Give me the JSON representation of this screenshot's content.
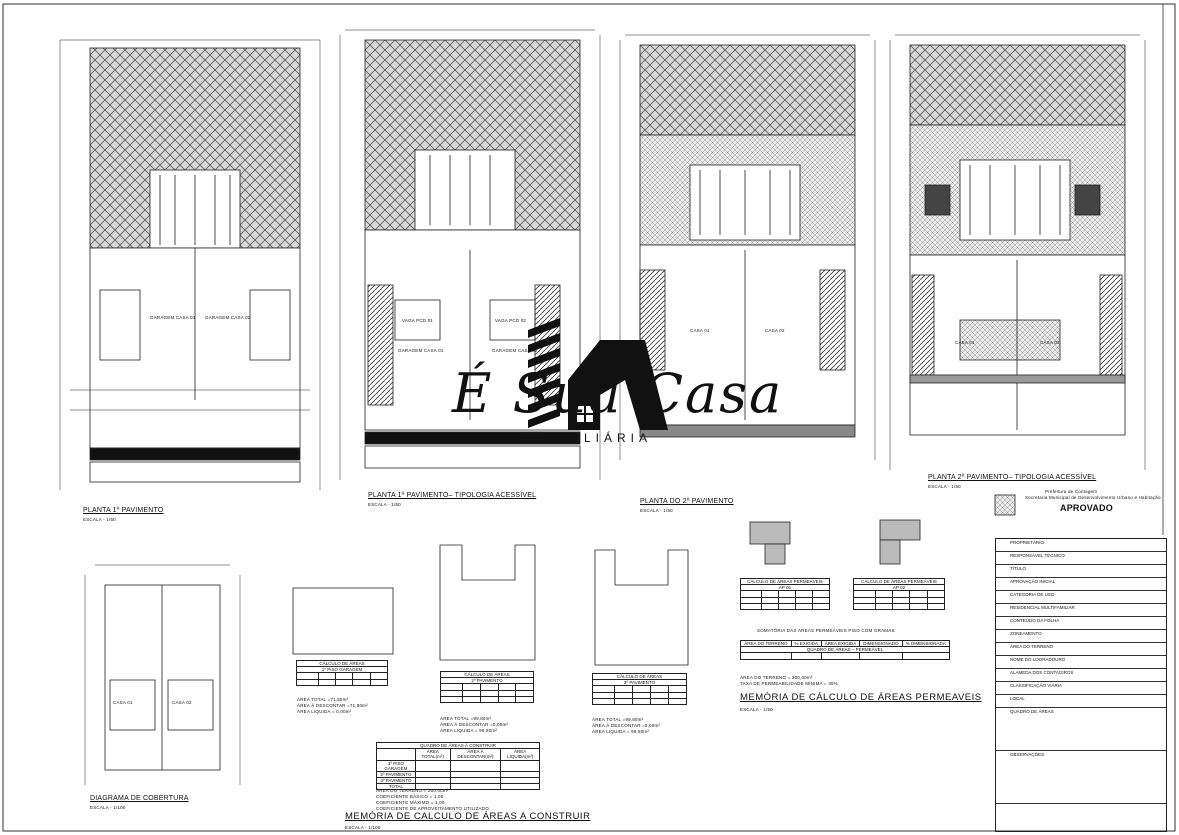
{
  "plans": [
    {
      "title": "PLANTA 1º PAVIMENTO",
      "scale": "ESCALA - 1/50",
      "labels": [
        "GARAGEM CASA 01",
        "GARAGEM CASA 02"
      ]
    },
    {
      "title": "PLANTA 1º PAVIMENTO– TIPOLOGIA ACESSÍVEL",
      "scale": "ESCALA - 1/50",
      "labels": [
        "VAGA PCD 01",
        "VAGA PCD 02",
        "GARAGEM CASA 01",
        "GARAGEM CASA 02"
      ]
    },
    {
      "title": "PLANTA DO 2º PAVIMENTO",
      "scale": "ESCALA - 1/50",
      "labels": [
        "CASA 01",
        "CASA 02"
      ]
    },
    {
      "title": "PLANTA 2º PAVIMENTO– TIPOLOGIA ACESSÍVEL",
      "scale": "ESCALA - 1/50",
      "labels": [
        "CASA 01",
        "CASA 02"
      ]
    }
  ],
  "cobertura": {
    "title": "DIAGRAMA DE COBERTURA",
    "scale": "ESCALA - 1/100",
    "labels": [
      "CASA 01",
      "CASA 02"
    ]
  },
  "areas": [
    {
      "title": "CÁLCULO DE ÁREAS",
      "subtitle": "1º PISO GARAGEM",
      "notes": [
        "ÁREA TOTAL =71,80m²",
        "ÁREA À DESCONTAR =71,80m²",
        "ÁREA LIQUIDA = 0,00m²"
      ]
    },
    {
      "title": "CÁLCULO DE ÁREAS",
      "subtitle": "2º PAVIMENTO",
      "notes": [
        "ÁREA TOTAL =99,80m²",
        "ÁREA À DESCONTAR =0,00m²",
        "ÁREA LIQUIDA = 99,80m²"
      ]
    },
    {
      "title": "CÁLCULO DE ÁREAS",
      "subtitle": "3º PAVIMENTO",
      "notes": [
        "ÁREA TOTAL =99,80m²",
        "ÁREA À DESCONTAR =0,00m²",
        "ÁREA LIQUIDA = 99,80m²"
      ]
    }
  ],
  "quadro": {
    "title": "QUADRO DE ÁREAS À CONSTRUIR",
    "headers": [
      "",
      "ÁREA TOTAL(m²)",
      "ÁREA À DESCONTAR(m²)",
      "ÁREA LIQUIDA(m²)"
    ],
    "rows": [
      [
        "1º PISO GARAGEM",
        "",
        "",
        ""
      ],
      [
        "2º PAVIMENTO",
        "",
        "",
        ""
      ],
      [
        "3º PAVIMENTO",
        "",
        "",
        ""
      ],
      [
        "TOTAL",
        "",
        "",
        ""
      ]
    ],
    "notes": [
      "ÁREA DO TERRENO = 200,00m²",
      "COEFICIENTE BÁSICO = 1,00",
      "COEFICIENTE MÁXIMO = 1,00",
      "COEFICIENTE DE APROVEITAMENTO UTILIZADO"
    ],
    "memo": "MEMÓRIA DE CALCULO DE ÁREAS A CONSTRUIR",
    "memo_scale": "ESCALA - 1/100"
  },
  "permeaveis": {
    "tables": [
      {
        "title": "CÁLCULO DE ÁREAS PERMEÁVEIS",
        "subtitle": "AP 01"
      },
      {
        "title": "CÁLCULO DE ÁREAS PERMEÁVEIS",
        "subtitle": "AP 02"
      }
    ],
    "sum_line": "SOMATÓRIA DAS ÁREAS PERMEÁVEIS PISO COM GRAMAS",
    "summary_headers": [
      "ÁREA DO TERRENO",
      "% EXIGIDA",
      "ÁREA EXIGIDA",
      "DIMENSIONADO",
      "% DIMENSIONADA"
    ],
    "summary_sub": "QUADRO DE ÁREAS – PERMEÁVEL",
    "notes": [
      "ÁREA DO TERRENO = 200,00m²",
      "TAXA DE PERMEABILIDADE MÍNIMA = 30%"
    ],
    "memo": "MEMÓRIA DE CÁLCULO DE ÁREAS PERMEAVEIS",
    "memo_scale": "ESCALA - 1/50"
  },
  "stamp": {
    "line1": "Prefeitura de Contagem",
    "line2": "Secretaria Municipal de Desenvolvimento Urbano e Habitação",
    "status": "APROVADO"
  },
  "title_block": {
    "rows": [
      "PROPRIETÁRIO",
      "RESPONSÁVEL TÉCNICO",
      "TÍTULO",
      "APROVAÇÃO INICIAL",
      "CATEGORIA DE USO",
      "RESIDENCIAL MULTIFAMILIAR",
      "CONTEÚDO DA FOLHA",
      "ZONEAMENTO",
      "ÁREA DO TERRENO",
      "NOME DO LOGRADOURO",
      "ALAMEDA DOS CONTAGIROS",
      "CLASSIFICAÇÃO VIÁRIA",
      "LOCAL",
      "QUADRO DE ÁREAS",
      "OBSERVAÇÕES"
    ]
  },
  "logo": {
    "name": "É Sua Casa",
    "tagline": "IMOBILIÁRIA"
  },
  "colors": {
    "ink": "#111111",
    "hatch_fill": "#d9d9d9",
    "paper": "#ffffff"
  }
}
